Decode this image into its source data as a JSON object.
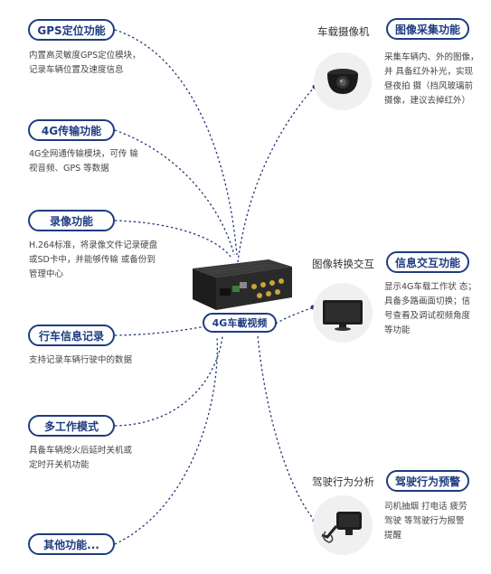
{
  "center": {
    "label": "4G车載视频"
  },
  "left": [
    {
      "title": "GPS定位功能",
      "desc": [
        "内置高灵敏度GPS定位模块，",
        "记录车辆位置及速度信息"
      ]
    },
    {
      "title": "4G传输功能",
      "desc": [
        "4G全网通传输模块，可传 输",
        "视音频、GPS 等数据"
      ]
    },
    {
      "title": "录像功能",
      "desc": [
        "H.264标准，将录像文件记录硬盘",
        "或SD卡中，并能够传输 或备份到",
        "管理中心"
      ]
    },
    {
      "title": "行车信息记录",
      "desc": [
        "支持记录车辆行驶中的数据"
      ]
    },
    {
      "title": "多工作模式",
      "desc": [
        "具备车辆熄火后延时关机或",
        "定时开关机功能"
      ]
    },
    {
      "title": "其他功能...",
      "desc": []
    }
  ],
  "right": [
    {
      "caption": "车载摄像机",
      "icon": "dome-camera-icon",
      "title": "图像采集功能",
      "desc": [
        "采集车辆内、外的图像，",
        "并 具备红外补光，实现",
        "昼夜拍 摄（挡风玻璃前",
        "摄像，建议去掉红外）"
      ]
    },
    {
      "caption": "图像转换交互",
      "icon": "monitor-icon",
      "title": "信息交互功能",
      "desc": [
        "显示4G车载工作状 态；",
        "具备多路画面切换；信",
        "号查看及调试视频角度",
        "等功能"
      ]
    },
    {
      "caption": "驾驶行为分析",
      "icon": "driver-camera-icon",
      "title": "驾驶行为预警",
      "desc": [
        "司机抽烟 打电话 疲劳",
        "驾驶 等驾驶行为报警",
        "提醒"
      ]
    }
  ],
  "colors": {
    "accent": "#1f3c80",
    "text": "#333333",
    "icon_bg": "#f0f0f0"
  }
}
